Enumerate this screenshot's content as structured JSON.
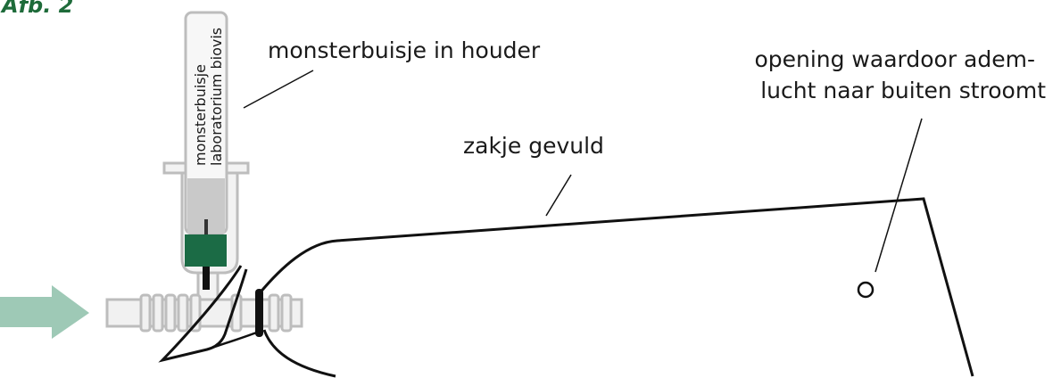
{
  "figure_label": "Afb. 2",
  "labels": {
    "tube_holder": "monsterbuisje in houder",
    "bag_filled": "zakje gevuld",
    "opening_line1": "opening waardoor adem-",
    "opening_line2": "lucht naar buiten stroomt"
  },
  "tube_text": {
    "line1": "monsterbuisje",
    "line2": "laboratorium biovis"
  },
  "colors": {
    "arrow": "#9ec9b6",
    "stopper": "#1b6b45",
    "tube_fill": "#e8e8e8",
    "tube_liquid": "#c9c9c9",
    "outline": "#111111",
    "title": "#1e6b3a"
  }
}
